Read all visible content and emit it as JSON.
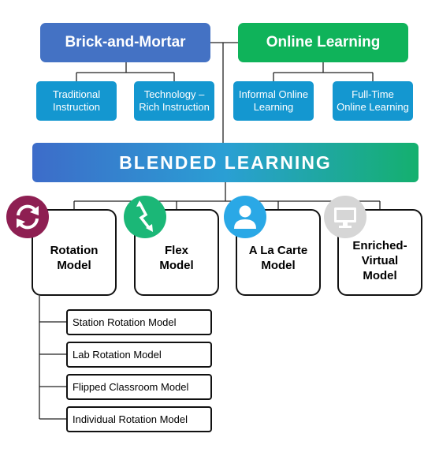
{
  "top": {
    "brick": "Brick-and-Mortar",
    "online": "Online Learning"
  },
  "sub": {
    "traditional": "Traditional\nInstruction",
    "technology": "Technology –\nRich Instruction",
    "informal": "Informal Online\nLearning",
    "fulltime": "Full-Time\nOnline Learning"
  },
  "banner": "BLENDED LEARNING",
  "models": {
    "rotation": "Rotation\nModel",
    "flex": "Flex\nModel",
    "alacarte": "A La Carte\nModel",
    "enriched": "Enriched-\nVirtual\nModel"
  },
  "rotation_models": [
    "Station Rotation Model",
    "Lab Rotation Model",
    "Flipped Classroom Model",
    "Individual Rotation Model"
  ],
  "icons": {
    "rotation": "rotate-arrows-icon",
    "flex": "lightning-zigzag-icon",
    "alacarte": "person-icon",
    "enriched": "monitor-icon"
  },
  "colors": {
    "brick": "#4472c4",
    "online": "#0fb35a",
    "sub": "#1497d0",
    "rotation_icon": "#8e1f52",
    "flex_icon": "#1bb777",
    "alacarte_icon": "#2aa8e6",
    "enriched_icon": "#d6d6d6"
  }
}
